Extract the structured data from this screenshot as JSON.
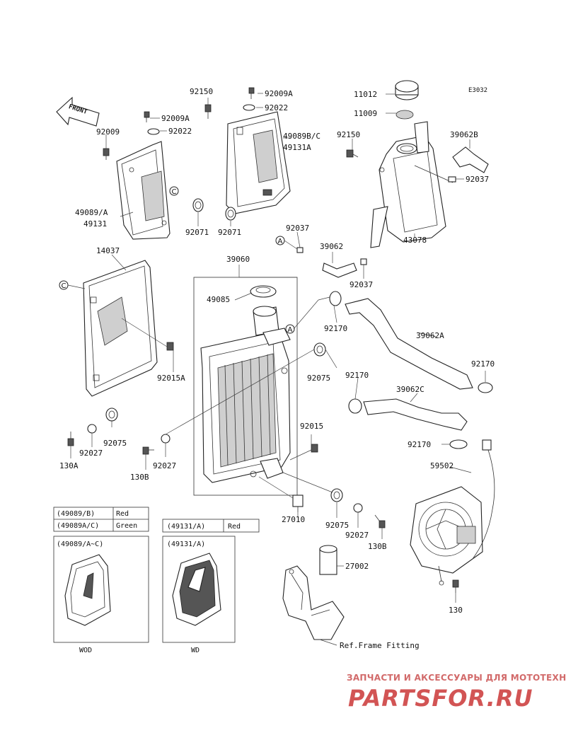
{
  "diagram_code": "E3032",
  "front_arrow": "FRONT",
  "callouts": {
    "a": "A",
    "c": "C"
  },
  "parts": {
    "p11012": "11012",
    "p11009": "11009",
    "p92150_top": "92150",
    "p92150_tank": "92150",
    "p92009a_top": "92009A",
    "p92009a_left": "92009A",
    "p92009": "92009",
    "p92022_top": "92022",
    "p92022_left": "92022",
    "p49089bc": "49089B/C",
    "p49131a": "49131A",
    "p39062b": "39062B",
    "p92037_tank": "92037",
    "p92037_a": "92037",
    "p92037_mid": "92037",
    "p49089a": "49089/A",
    "p49131": "49131",
    "p92071_left": "92071",
    "p92071_right": "92071",
    "p39062": "39062",
    "p43078": "43078",
    "p14037": "14037",
    "p39060": "39060",
    "p49085": "49085",
    "p92170_a": "92170",
    "p39062a": "39062A",
    "p92170_b": "92170",
    "p92015a": "92015A",
    "p92075_right": "92075",
    "p92170_c": "92170",
    "p39062c": "39062C",
    "p92075_left": "92075",
    "p92015": "92015",
    "p130a": "130A",
    "p92027_left": "92027",
    "p92170_d": "92170",
    "p59502": "59502",
    "p130b_left": "130B",
    "p92027_mid": "92027",
    "p27010": "27010",
    "p92075_bottom": "92075",
    "p92027_bottom": "92027",
    "p130b_right": "130B",
    "p27002": "27002",
    "p130": "130",
    "ref_frame": "Ref.Frame Fitting"
  },
  "legend_left": {
    "row1_code": "(49089/B)",
    "row1_color": "Red",
    "row2_code": "(49089A/C)",
    "row2_color": "Green",
    "range": "(49089/A~C)",
    "caption": "WOD"
  },
  "legend_right": {
    "row1_code": "(49131/A)",
    "row1_color": "Red",
    "range": "(49131/A)",
    "caption": "WD"
  },
  "watermark": {
    "tagline": "ЗАПЧАСТИ И АКСЕССУАРЫ ДЛЯ МОТОТЕХНИКИ",
    "brand": "PARTSFOR.RU"
  }
}
